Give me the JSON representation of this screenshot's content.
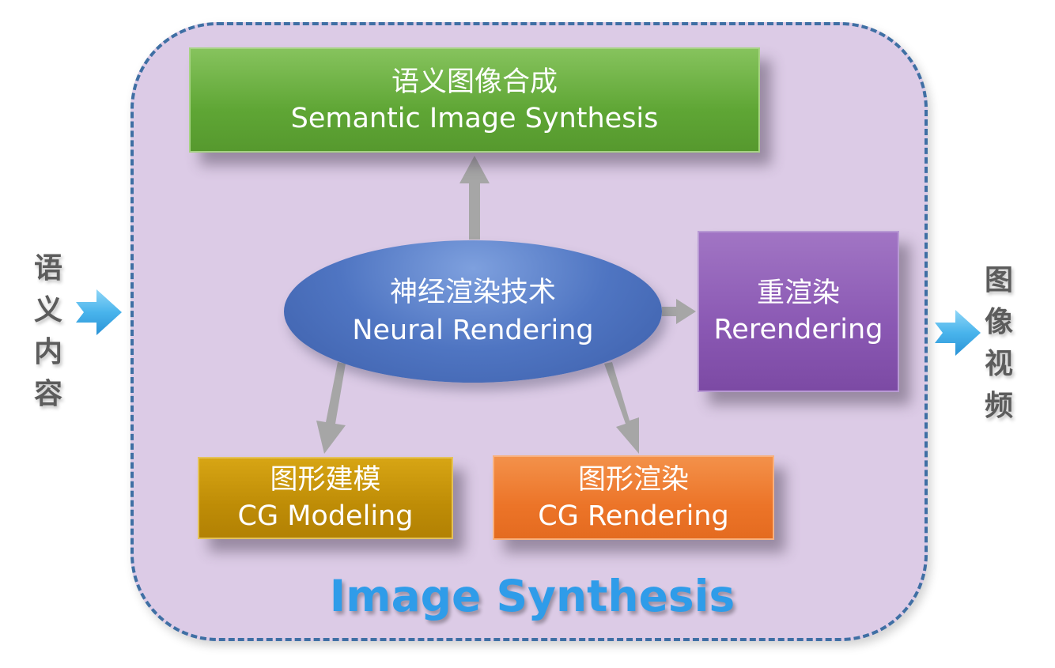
{
  "boxes": {
    "semantic": {
      "zh": "语义图像合成",
      "en": "Semantic Image Synthesis",
      "color": "#6aaf3f"
    },
    "neural": {
      "zh": "神经渲染技术",
      "en": "Neural Rendering",
      "color": "#4f75c2"
    },
    "rerender": {
      "zh": "重渲染",
      "en": "Rerendering",
      "color": "#8a58b3"
    },
    "modeling": {
      "zh": "图形建模",
      "en": "CG Modeling",
      "color": "#be8c06"
    },
    "cgrender": {
      "zh": "图形渲染",
      "en": "CG Rendering",
      "color": "#ec7428"
    }
  },
  "left_label": [
    "语",
    "义",
    "内",
    "容"
  ],
  "right_label": [
    "图",
    "像",
    "视",
    "频"
  ],
  "title": "Image Synthesis",
  "colors": {
    "container_bg": "#dccbe6",
    "container_border": "#3f6fa4",
    "arrow_gray": "#a6a6a6",
    "io_arrow": "#49b4ec",
    "title": "#2f9ce9"
  }
}
